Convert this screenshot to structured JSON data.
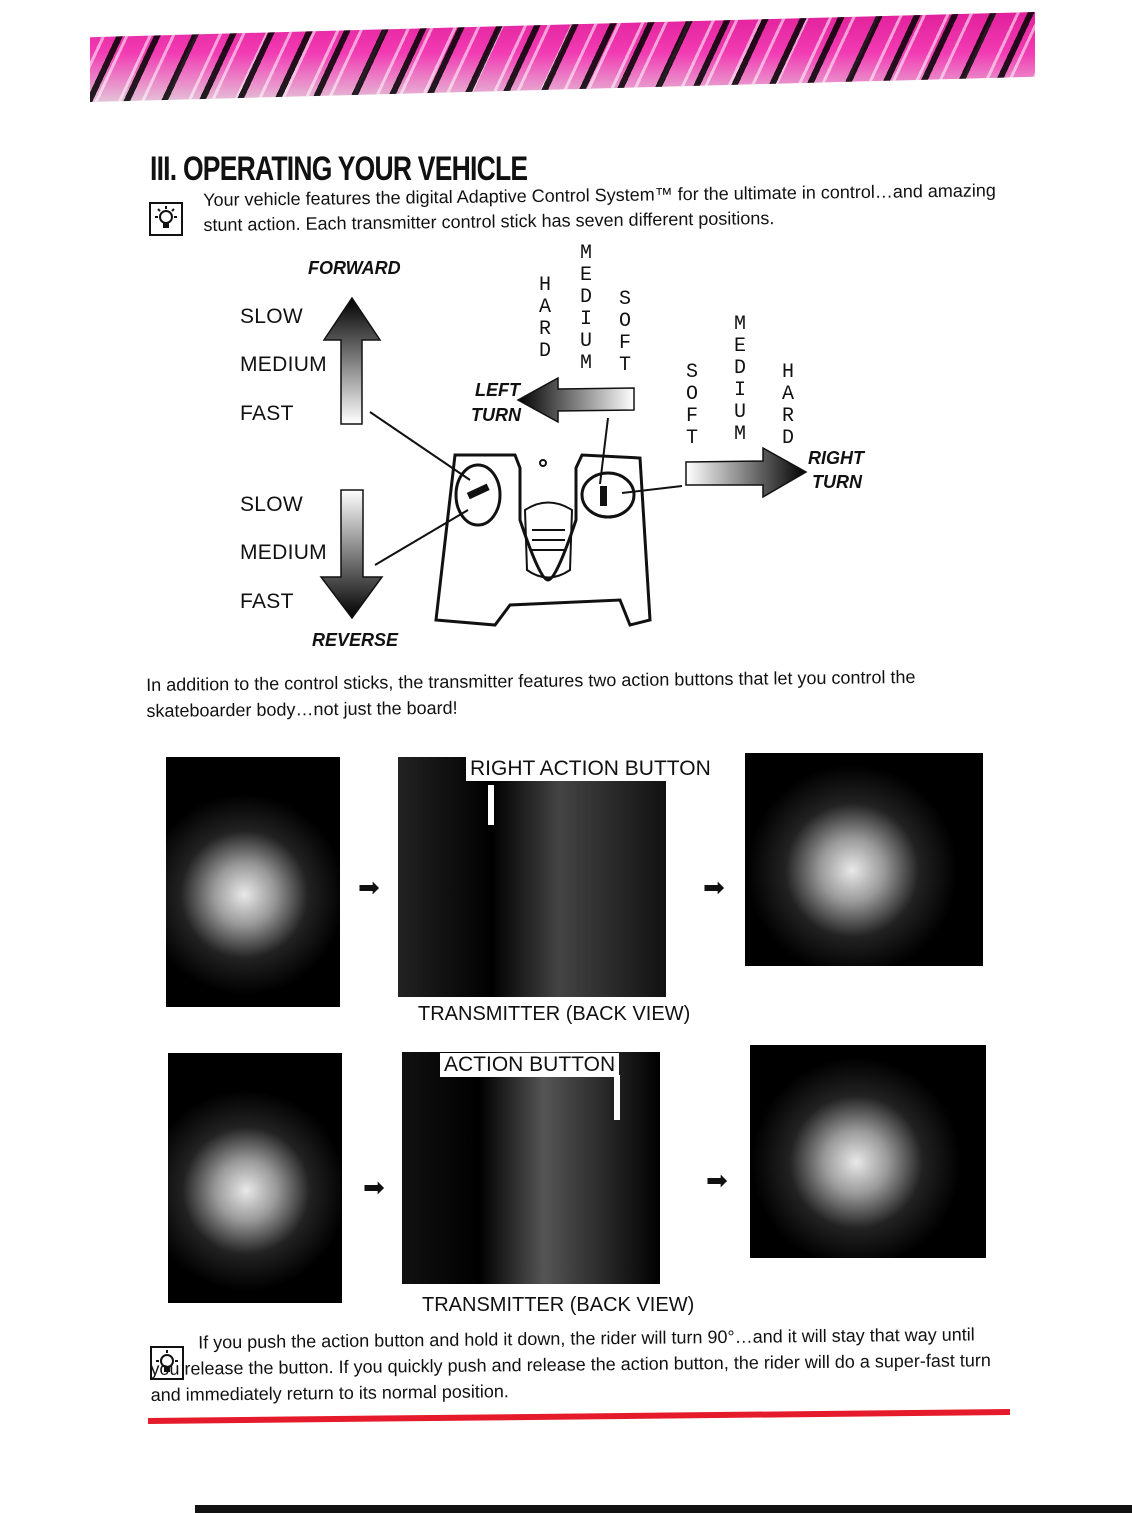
{
  "section_title": "III. OPERATING YOUR VEHICLE",
  "intro": "Your vehicle features the digital Adaptive Control System™ for the ultimate in control…and amazing stunt action. Each transmitter control stick has seven different positions.",
  "diagram": {
    "forward": "FORWARD",
    "reverse": "REVERSE",
    "forward_speeds": [
      "SLOW",
      "MEDIUM",
      "FAST"
    ],
    "reverse_speeds": [
      "SLOW",
      "MEDIUM",
      "FAST"
    ],
    "left_turn": [
      "LEFT",
      "TURN"
    ],
    "right_turn": [
      "RIGHT",
      "TURN"
    ],
    "left_levels": [
      "HARD",
      "MEDIUM",
      "SOFT"
    ],
    "right_levels": [
      "SOFT",
      "MEDIUM",
      "HARD"
    ]
  },
  "paragraph": "In addition to the control sticks, the transmitter features two action buttons that let you control the skateboarder body…not just the board!",
  "right_action_label": "RIGHT ACTION BUTTON",
  "left_action_label": "ACTION BUTTON",
  "caption_1": "TRANSMITTER  (BACK VIEW)",
  "caption_2": "TRANSMITTER  (BACK VIEW)",
  "arrow_glyph": "➡",
  "tip_text": "If you push the action button and hold it down, the rider will turn 90°…and it will stay that way until you release the button. If you quickly push and release the action button, the rider will do a super-fast turn and immediately return to its normal position.",
  "colors": {
    "banner": "#e0209a",
    "rule": "#e51a2a"
  }
}
